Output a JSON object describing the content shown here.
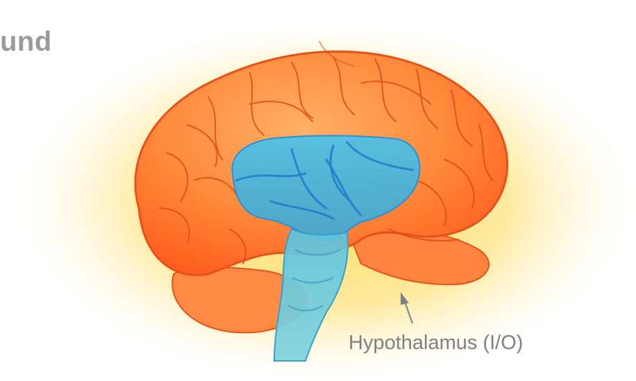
{
  "slide": {
    "title": "und",
    "annotation": "Hypothalamus (I/O)"
  },
  "illustration": {
    "subject": "brain-with-limbic-system",
    "colors": {
      "glow": "#ffd84a",
      "cortex": "#ff7a2e",
      "cortex_edge": "#e8501a",
      "inner": "#3fb8e8",
      "inner_dark": "#1f7fd0",
      "arrow": "#7a8088"
    }
  }
}
